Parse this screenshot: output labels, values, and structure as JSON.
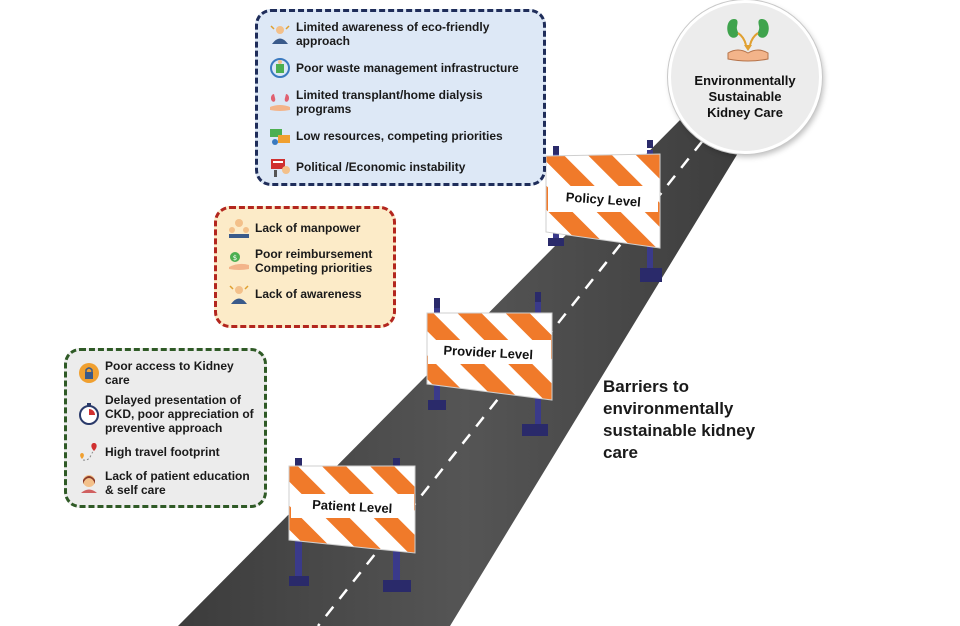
{
  "goal": {
    "label": "Environmentally\nSustainable\nKidney Care"
  },
  "caption": "Barriers to\nenvironmentally\nsustainable kidney\ncare",
  "barricades": {
    "policy": "Policy Level",
    "provider": "Provider  Level",
    "patient": "Patient Level"
  },
  "policy_barriers": [
    {
      "icon": "awareness-person-icon",
      "text": "Limited awareness of eco-friendly approach"
    },
    {
      "icon": "waste-management-icon",
      "text": "Poor waste management infrastructure"
    },
    {
      "icon": "kidney-hand-icon",
      "text": "Limited transplant/home dialysis programs"
    },
    {
      "icon": "resources-icon",
      "text": "Low resources, competing priorities"
    },
    {
      "icon": "political-instability-icon",
      "text": "Political /Economic instability"
    }
  ],
  "provider_barriers": [
    {
      "icon": "manpower-team-icon",
      "text": "Lack of manpower"
    },
    {
      "icon": "money-hand-icon",
      "text": "Poor reimbursement\nCompeting priorities"
    },
    {
      "icon": "awareness-person-icon",
      "text": "Lack of awareness"
    }
  ],
  "patient_barriers": [
    {
      "icon": "access-lock-icon",
      "text": "Poor access to Kidney care"
    },
    {
      "icon": "stopwatch-icon",
      "text": "Delayed presentation of\nCKD,  poor appreciation of\npreventive approach"
    },
    {
      "icon": "route-pin-icon",
      "text": "High travel footprint"
    },
    {
      "icon": "patient-education-icon",
      "text": "Lack of patient education\n& self care"
    }
  ],
  "colors": {
    "road": "#4a4a4a",
    "barricade_orange": "#f07a2a",
    "policy_border": "#1f2d5a",
    "provider_border": "#b3261e",
    "patient_border": "#2f5a26"
  }
}
